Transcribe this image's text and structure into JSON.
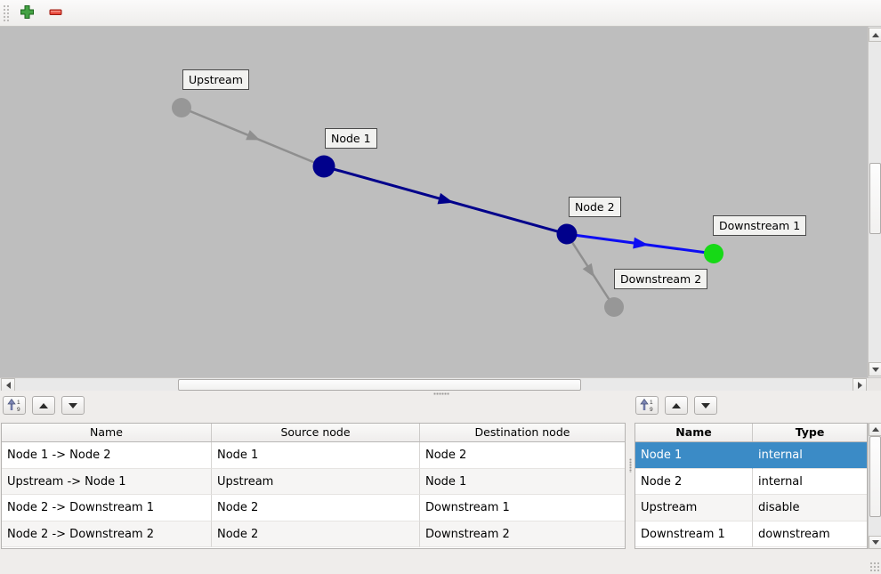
{
  "toolbar": {
    "add_tooltip": "Add",
    "remove_tooltip": "Remove",
    "add_color": "#44a244",
    "remove_color": "#e8493c"
  },
  "graph": {
    "background": "#bebebe",
    "nodes": [
      {
        "label": "Upstream",
        "color": "#979797"
      },
      {
        "label": "Node 1",
        "color": "#00008b"
      },
      {
        "label": "Node 2",
        "color": "#00008b"
      },
      {
        "label": "Downstream 1",
        "color": "#16d916"
      },
      {
        "label": "Downstream 2",
        "color": "#979797"
      }
    ],
    "edges": [
      {
        "from": "Upstream",
        "to": "Node 1",
        "color": "#8f8f8f"
      },
      {
        "from": "Node 1",
        "to": "Node 2",
        "color": "#00008b"
      },
      {
        "from": "Node 2",
        "to": "Downstream 1",
        "color": "#0d0df2"
      },
      {
        "from": "Node 2",
        "to": "Downstream 2",
        "color": "#8f8f8f"
      }
    ]
  },
  "sort_icon": {
    "top_digit": "1",
    "bottom_digit": "9"
  },
  "links_table": {
    "headers": [
      "Name",
      "Source node",
      "Destination node"
    ],
    "rows": [
      {
        "name": "Node 1 -> Node 2",
        "source": "Node 1",
        "destination": "Node 2"
      },
      {
        "name": "Upstream -> Node 1",
        "source": "Upstream",
        "destination": "Node 1"
      },
      {
        "name": "Node 2 -> Downstream 1",
        "source": "Node 2",
        "destination": "Downstream 1"
      },
      {
        "name": "Node 2 -> Downstream 2",
        "source": "Node 2",
        "destination": "Downstream 2"
      }
    ]
  },
  "nodes_table": {
    "headers": [
      "Name",
      "Type"
    ],
    "selection_color": "#3b8bc6",
    "rows": [
      {
        "name": "Node 1",
        "type": "internal",
        "selected": true
      },
      {
        "name": "Node 2",
        "type": "internal",
        "selected": false
      },
      {
        "name": "Upstream",
        "type": "disable",
        "selected": false
      },
      {
        "name": "Downstream 1",
        "type": "downstream",
        "selected": false
      }
    ]
  }
}
